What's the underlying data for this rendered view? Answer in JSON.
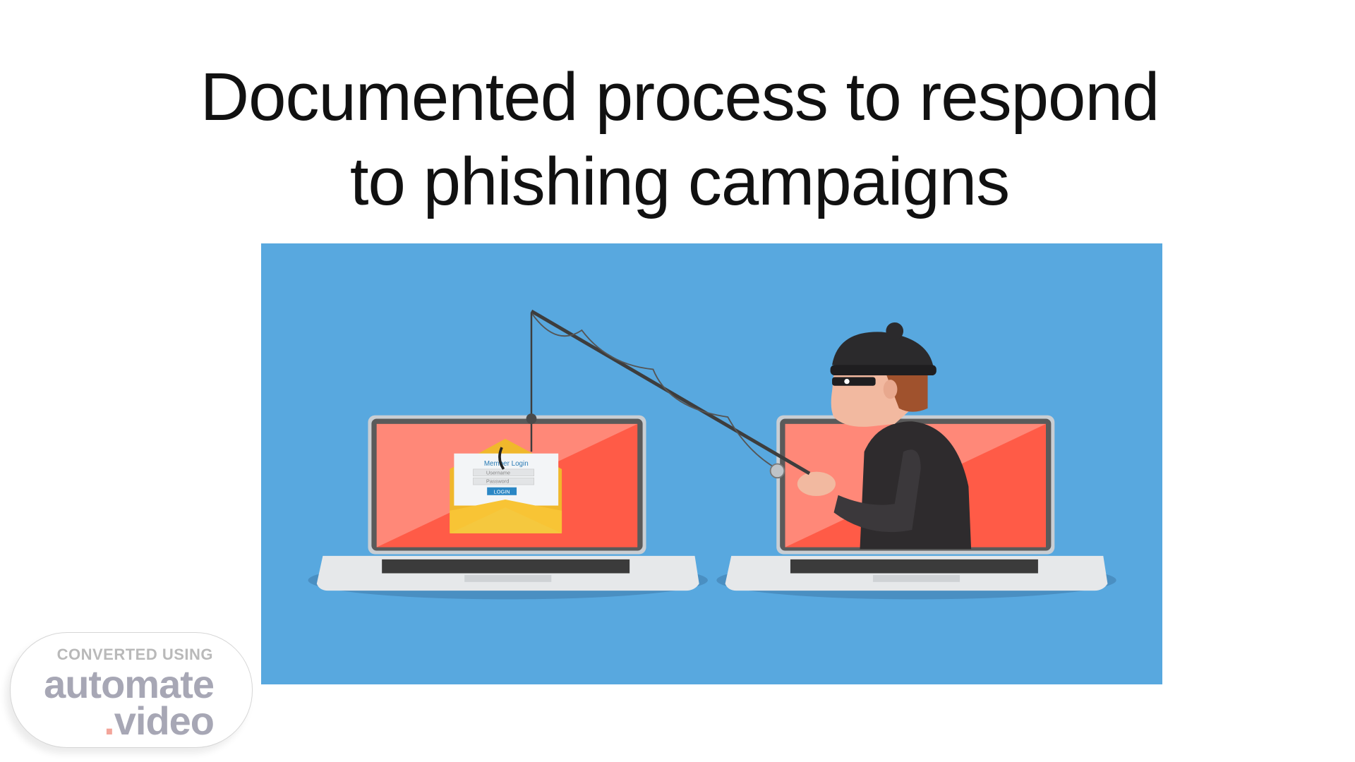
{
  "slide": {
    "title_line1": "Documented process to respond",
    "title_line2": "to phishing campaigns"
  },
  "illustration": {
    "email_heading": "Member Login",
    "username_placeholder": "Username",
    "password_placeholder": "Password",
    "login_button": "LOGIN",
    "colors": {
      "background": "#58a8df",
      "screen": "#ff6a55",
      "envelope": "#f8c435"
    }
  },
  "watermark": {
    "line1": "CONVERTED USING",
    "line2": "automate",
    "dot": ".",
    "line3": "video"
  }
}
